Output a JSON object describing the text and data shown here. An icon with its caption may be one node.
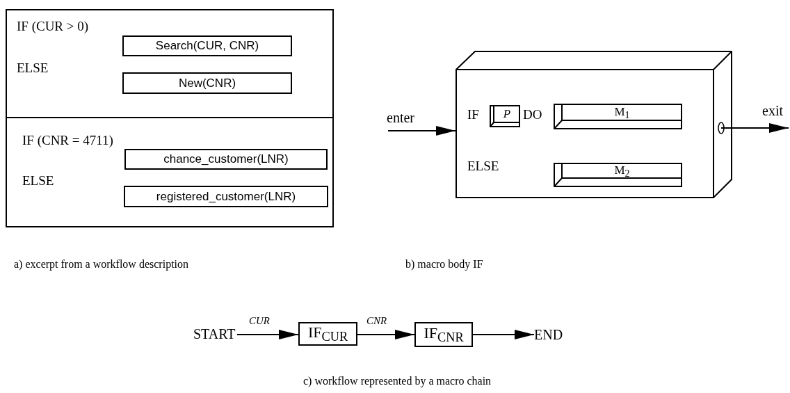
{
  "diagram": {
    "nodes": [
      {
        "text": [
          "IF (CUR > 0)",
          "ELSE"
        ]
      },
      {
        "text": [
          "Search(CUR, CNR)"
        ],
        "in": 0
      },
      {
        "text": [
          "New(CNR)"
        ],
        "in": 0
      },
      {
        "text": [
          "IF (CNR = 4711)",
          "ELSE"
        ]
      },
      {
        "text": [
          "chance_customer(LNR)"
        ],
        "in": 3
      },
      {
        "text": [
          "registered_customer(LNR)"
        ],
        "in": 3
      },
      {
        "text": [
          "IF",
          "DO",
          "ELSE"
        ]
      },
      {
        "text": [
          "P"
        ],
        "in": 6
      },
      {
        "text": [
          "M$_{1}$"
        ],
        "in": 6
      },
      {
        "text": [
          "M$_{2}$"
        ],
        "in": 6
      },
      {
        "text": [
          "enter"
        ]
      },
      {
        "text": [
          "exit"
        ]
      },
      {
        "text": [
          "START"
        ]
      },
      {
        "text": [
          "IF$_{CUR}$"
        ]
      },
      {
        "text": [
          "IF$_{CNR}$"
        ]
      },
      {
        "text": [
          "END"
        ]
      }
    ],
    "edges": [
      {
        "from": 10,
        "to": 6,
        "arrow": "to"
      },
      {
        "from": 6,
        "to": 11,
        "arrow": "to"
      },
      {
        "from": 12,
        "to": 13,
        "arrow": "to",
        "label": "CUR"
      },
      {
        "from": 13,
        "to": 14,
        "arrow": "to",
        "label": "CNR"
      },
      {
        "from": 14,
        "to": 15,
        "arrow": "to"
      }
    ],
    "labels": [
      "a) excerpt from a workflow description",
      "b) macro body IF",
      "c) workflow represented by a macro chain"
    ]
  }
}
